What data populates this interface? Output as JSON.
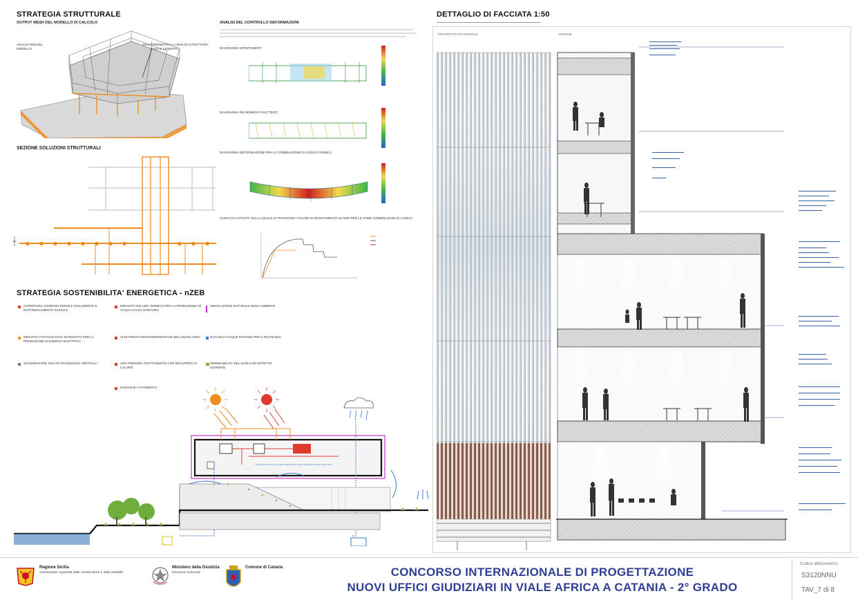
{
  "left_panel": {
    "structural_title": "STRATEGIA STRUTTURALE",
    "structural_subtitle": "OUTPUT MESH DEL MODELLO DI CALCOLO",
    "model_note_left": "ANALISI FEM DEL MODELLO",
    "model_note_right": "TRAVI PERIMETRALI A SBALZO STRUTTURA IN ACCIAIO E CEMENTO",
    "deform_title": "ANALISI DEL CONTROLLO DEFORMAZIONI",
    "deform_label_1": "DIAGRAMMA SPOSTAMENTI",
    "deform_label_2": "DIAGRAMMA DEI MOMENTI FLETTENTI",
    "deform_label_3": "DIAGRAMMA DEFORMAZIONE PER LA COMBINAZIONE DI CARICO SISMICA",
    "capacity_note": "CURVA DI CAPACITA' DALLA QUALE SI TRAGGONO I VALORI DI SPOSTAMENTO ULTIMO PER LE VARIE COMBINAZIONI DI CARICO",
    "section_title": "SEZIONE SOLUZIONI STRUTTURALI",
    "energy_title": "STRATEGIA SOSTENIBILITA' ENERGETICA - nZEB",
    "energy_items": [
      {
        "color": "#e03a2f",
        "text": "COPERTURA GIARDINO PENSILE ISOLAMENTO E RAFFRESCAMENTO PASSIVO"
      },
      {
        "color": "#e03a2f",
        "text": "IMPIANTO SOLARE TERMICO PER LA PRODUZIONE DI ACQUA CALDA SANITARIA"
      },
      {
        "color": "#c030c8",
        "text": "VENTILAZIONE NATURALE DEGLI AMBIENTI"
      },
      {
        "color": "#f08c1e",
        "text": "IMPIANTO FOTOVOLTAICO INTEGRATO PER LA PRODUZIONE DI ENERGIA ELETTRICA"
      },
      {
        "color": "#e03a2f",
        "text": "ALTE PRESTAZIONI ENERGETICHE DELL'INVOLUCRO"
      },
      {
        "color": "#3a78c8",
        "text": "RACCOLTA ACQUE PIOVANE PER IL RIUTILIZZO"
      },
      {
        "color": "#777777",
        "text": "SCHERMATURE SOLARI FRANGISOLE VERTICALI"
      },
      {
        "color": "#e03a2f",
        "text": "ARIA PRIMARIA TRATTAMENTO CON RECUPERO DI CALORE"
      },
      {
        "color": "#7cb83a",
        "text": "PERMEABILITA' DEL SUOLO ED EFFETTO GIARDINO"
      },
      {
        "color": "#e03a2f",
        "text": "RADIANTE A PAVIMENTO"
      }
    ]
  },
  "right_panel": {
    "title": "DETTAGLIO DI FACCIATA 1:50",
    "prospect_label": "PROSPETTO FRANGISOLE",
    "section_label": "SEZIONE"
  },
  "footer": {
    "logo1_name": "Regione Sicilia",
    "logo1_line2": "Assessorato regionale delle Infrastrutture e della Mobilità",
    "logo2_name": "Ministero della Giustizia",
    "logo2_line2": "Direzione Generale",
    "logo3_name": "Comune di Catania",
    "title_line1": "CONCORSO INTERNAZIONALE DI PROGETTAZIONE",
    "title_line2": "NUOVI UFFICI GIUDIZIARI IN VIALE AFRICA A CATANIA - 2° GRADO",
    "code_label": "Codice alfanumerico",
    "code": "S3120NNU",
    "sheet": "TAV_7 di 8"
  },
  "colors": {
    "accent_blue": "#2e3f94",
    "structure_orange": "#f08c1e",
    "diagram_red": "#e03a2f"
  }
}
